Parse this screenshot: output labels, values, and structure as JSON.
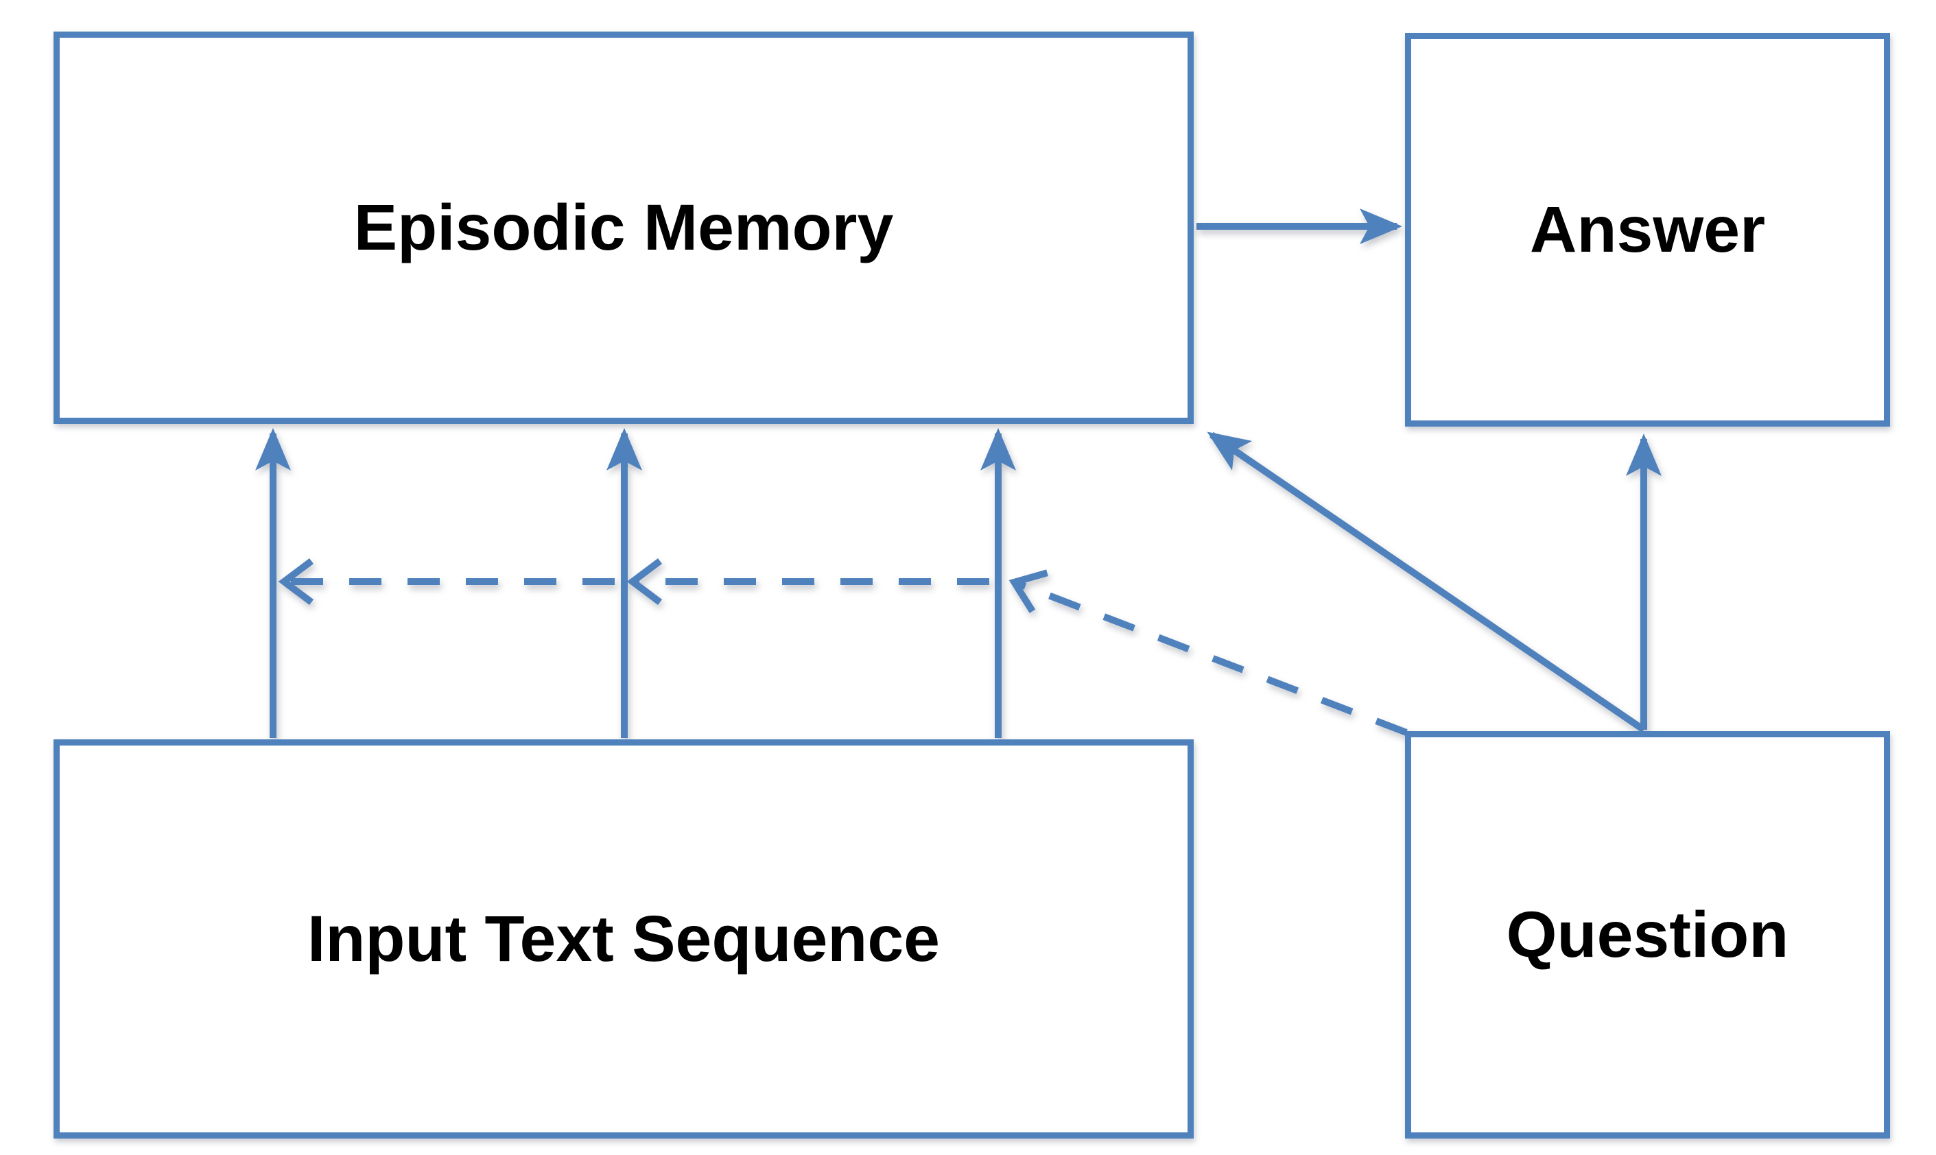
{
  "page": {
    "background": "#ffffff"
  },
  "diagram": {
    "colors": {
      "accent": "#4f81bd",
      "text": "#000000",
      "node_fill": "#ffffff"
    },
    "nodes": [
      {
        "id": "episodic-memory",
        "label": "Episodic Memory"
      },
      {
        "id": "answer",
        "label": "Answer"
      },
      {
        "id": "input-text-sequence",
        "label": "Input Text Sequence"
      },
      {
        "id": "question",
        "label": "Question"
      }
    ],
    "edges": [
      {
        "id": "em-to-answer",
        "from": "episodic-memory",
        "to": "answer",
        "line": "solid",
        "arrowhead": "filled"
      },
      {
        "id": "input-to-em-pass-1",
        "from": "input-text-sequence",
        "to": "episodic-memory",
        "line": "solid",
        "arrowhead": "filled"
      },
      {
        "id": "input-to-em-pass-2",
        "from": "input-text-sequence",
        "to": "episodic-memory",
        "line": "solid",
        "arrowhead": "filled"
      },
      {
        "id": "input-to-em-pass-3",
        "from": "input-text-sequence",
        "to": "episodic-memory",
        "line": "solid",
        "arrowhead": "filled"
      },
      {
        "id": "question-to-answer",
        "from": "question",
        "to": "answer",
        "line": "solid",
        "arrowhead": "filled"
      },
      {
        "id": "question-to-em",
        "from": "question",
        "to": "episodic-memory",
        "line": "solid",
        "arrowhead": "filled"
      },
      {
        "id": "question-feedback-pass-3",
        "from": "question",
        "to": "input-to-em-pass-3",
        "line": "dashed",
        "arrowhead": "open"
      },
      {
        "id": "feedback-pass-3-to-2",
        "from": "input-to-em-pass-3",
        "to": "input-to-em-pass-2",
        "line": "dashed",
        "arrowhead": "open"
      },
      {
        "id": "feedback-pass-2-to-1",
        "from": "input-to-em-pass-2",
        "to": "input-to-em-pass-1",
        "line": "dashed",
        "arrowhead": "open"
      }
    ]
  }
}
